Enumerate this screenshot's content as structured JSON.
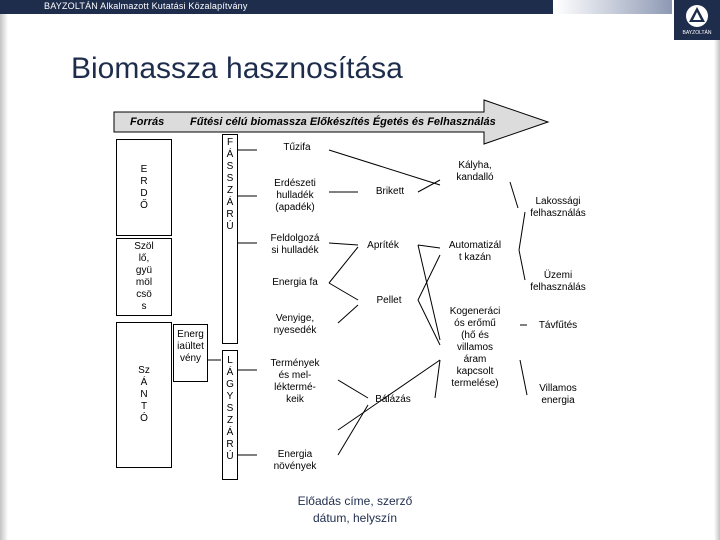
{
  "header": {
    "org": "BAYZOLTÁN Alkalmazott Kutatási Közalapítvány",
    "logo_text": "BAYZOLTÁN"
  },
  "title": "Biomassza hasznosítása",
  "arrow": {
    "forras": "Forrás",
    "stages": "Fűtési célú biomassza  Előkészítés  Égetés és Felhasználás"
  },
  "sources": {
    "erdo": "E\nR\nD\nŐ",
    "szolo": "Szöl\nlő,\ngyü\nmöl\ncsö\ns",
    "szanto": "Sz\nÁ\nN\nT\nÓ",
    "energiaultetveny": "Energ\niaültet\nvény",
    "faszarito": "F\nÁ\nS\nS\nZ\nÁ\nR\nÚ",
    "lagyszarito": "L\nÁ\nG\nY\nS\nZ\nÁ\nR\nÚ"
  },
  "biomass": {
    "tuzifa": "Tűzifa",
    "erdeszeti": "Erdészeti\nhulladék\n(apadék)",
    "feldolgozasi": "Feldolgozá\nsi hulladék",
    "energiafa": "Energia fa",
    "venyige": "Venyige,\nnyesedék",
    "termenyek": "Termények\nés mel-\nléktermé-\nkeik",
    "energianovenyek": "Energia\nnövények"
  },
  "prep": {
    "brikett": "Brikett",
    "apritek": "Apríték",
    "pellet": "Pellet",
    "balazas": "Bálázás"
  },
  "burn": {
    "kalyha": "Kályha,\nkandalló",
    "automatizalt": "Automatizál\nt kazán",
    "kogeneracio": "Kogeneráci\nós erőmű\n(hő és\nvillamos\náram\nkapcsolt\ntermelése)"
  },
  "use": {
    "lakossagi": "Lakossági\nfelhasználás",
    "uzemi": "Üzemi\nfelhasználás",
    "tavfutes": "Távfűtés",
    "villamos": "Villamos\nenergia"
  },
  "footer": "Előadás címe, szerző\ndátum, helyszín",
  "colors": {
    "navy": "#1f2d4d",
    "arrow_fill": "#dcdcdc"
  }
}
